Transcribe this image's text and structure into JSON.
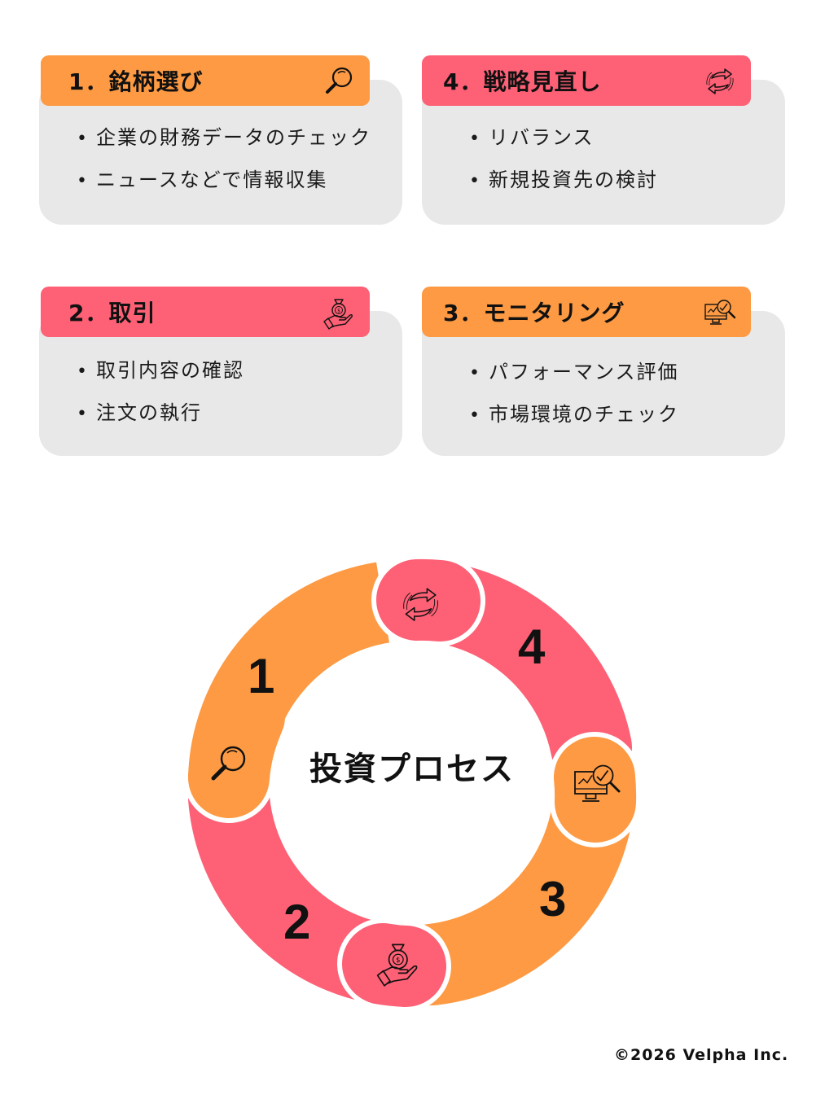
{
  "colors": {
    "orange": "#fd9a43",
    "pink": "#fe6075",
    "card_bg": "#e8e8e8",
    "text": "#111111"
  },
  "cards": [
    {
      "step": "1",
      "title": "1．銘柄選び",
      "icon": "magnifier-icon",
      "color": "orange",
      "items": [
        "企業の財務データのチェック",
        "ニュースなどで情報収集"
      ]
    },
    {
      "step": "4",
      "title": "4．戦略見直し",
      "icon": "refresh-arrows-icon",
      "color": "pink",
      "items": [
        "リバランス",
        "新規投資先の検討"
      ]
    },
    {
      "step": "2",
      "title": "2．取引",
      "icon": "money-bag-hand-icon",
      "color": "pink",
      "items": [
        "取引内容の確認",
        "注文の執行"
      ]
    },
    {
      "step": "3",
      "title": "3．モニタリング",
      "icon": "monitor-analysis-icon",
      "color": "orange",
      "items": [
        "パフォーマンス評価",
        "市場環境のチェック"
      ]
    }
  ],
  "cycle": {
    "center_title": "投資プロセス",
    "segments": [
      {
        "number": "1",
        "color": "orange",
        "icon": "magnifier-icon"
      },
      {
        "number": "2",
        "color": "pink",
        "icon": "money-bag-hand-icon"
      },
      {
        "number": "3",
        "color": "orange",
        "icon": "monitor-analysis-icon"
      },
      {
        "number": "4",
        "color": "pink",
        "icon": "refresh-arrows-icon"
      }
    ]
  },
  "footer": {
    "copyright": "©2026 Velpha Inc."
  }
}
